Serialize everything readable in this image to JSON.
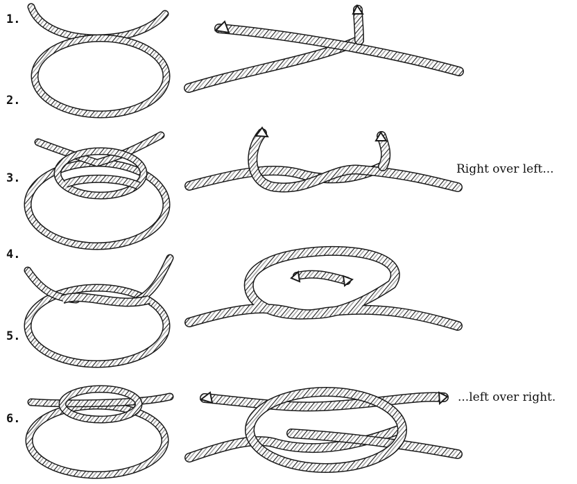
{
  "steps": [
    {
      "number": "1."
    },
    {
      "number": "2."
    },
    {
      "number": "3."
    },
    {
      "number": "4."
    },
    {
      "number": "5."
    },
    {
      "number": "6."
    }
  ],
  "captions": {
    "right_over_left": "Right over left...",
    "left_over_right": "...left over right."
  },
  "colors": {
    "rope_outline": "#1a1a1a",
    "rope_fill": "#ffffff",
    "rope_shade": "#9a9a9a"
  }
}
